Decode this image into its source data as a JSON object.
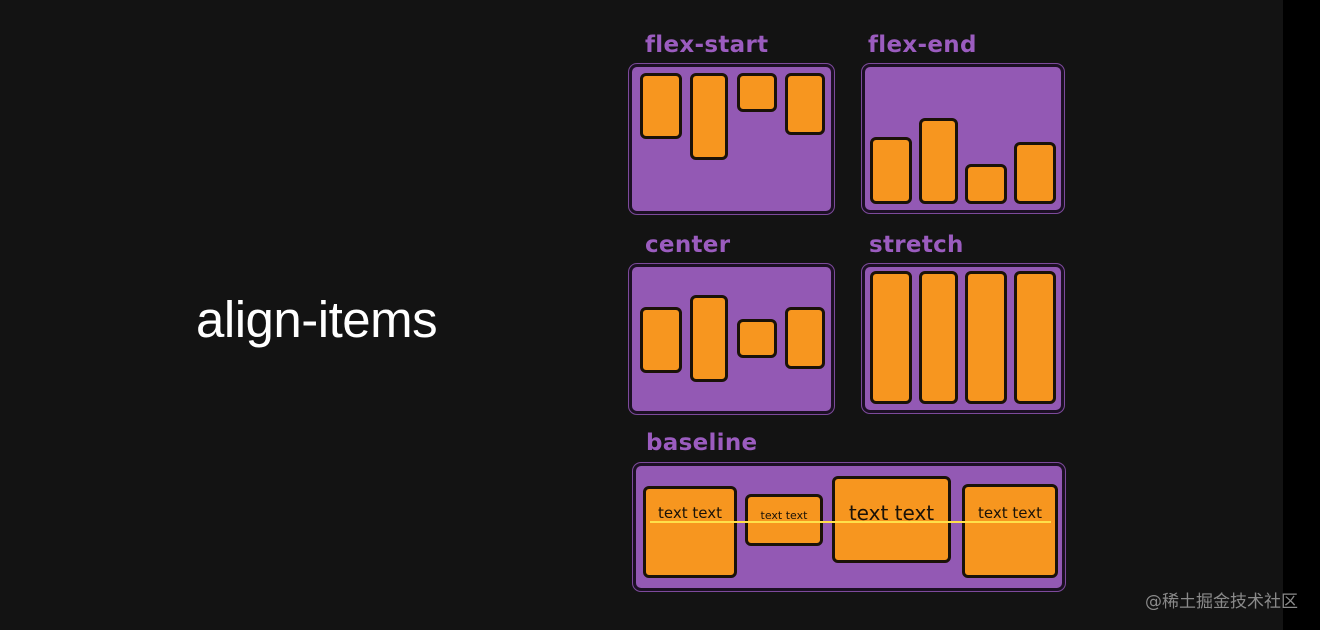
{
  "title": "align-items",
  "panels": {
    "flex_start": {
      "label": "flex-start"
    },
    "flex_end": {
      "label": "flex-end"
    },
    "center": {
      "label": "center"
    },
    "stretch": {
      "label": "stretch"
    },
    "baseline": {
      "label": "baseline",
      "items": [
        "text text",
        "text text",
        "text text",
        "text text"
      ]
    }
  },
  "watermark": "@稀土掘金技术社区",
  "colors": {
    "background": "#131313",
    "panel": "#9359b4",
    "label": "#9b5cbf",
    "item": "#f7961f",
    "baseline_line": "#ffe04a"
  }
}
